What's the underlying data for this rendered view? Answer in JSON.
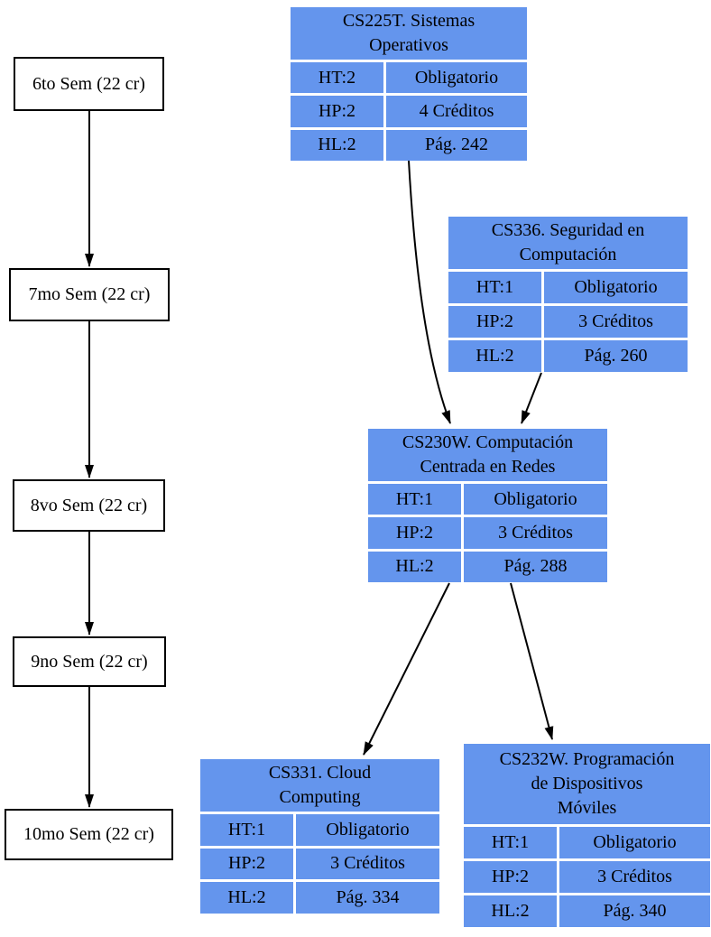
{
  "colors": {
    "course_fill": "#6495ed",
    "semester_fill": "#ffffff",
    "border": "#000000",
    "text": "#000000",
    "background": "#ffffff"
  },
  "semesters": [
    {
      "label": "6to Sem (22 cr)"
    },
    {
      "label": "7mo Sem (22 cr)"
    },
    {
      "label": "8vo Sem (22 cr)"
    },
    {
      "label": "9no Sem (22 cr)"
    },
    {
      "label": "10mo Sem (22 cr)"
    }
  ],
  "courses": [
    {
      "title": "CS225T. Sistemas Operativos",
      "title_lines": [
        "CS225T. Sistemas",
        "Operativos"
      ],
      "cells": [
        [
          "HT:2",
          "Obligatorio"
        ],
        [
          "HP:2",
          "4 Créditos"
        ],
        [
          "HL:2",
          "Pág. 242"
        ]
      ]
    },
    {
      "title": "CS336. Seguridad en Computación",
      "title_lines": [
        "CS336. Seguridad en",
        "Computación"
      ],
      "cells": [
        [
          "HT:1",
          "Obligatorio"
        ],
        [
          "HP:2",
          "3 Créditos"
        ],
        [
          "HL:2",
          "Pág. 260"
        ]
      ]
    },
    {
      "title": "CS230W. Computación Centrada en Redes",
      "title_lines": [
        "CS230W. Computación",
        "Centrada en Redes"
      ],
      "cells": [
        [
          "HT:1",
          "Obligatorio"
        ],
        [
          "HP:2",
          "3 Créditos"
        ],
        [
          "HL:2",
          "Pág. 288"
        ]
      ]
    },
    {
      "title": "CS331. Cloud Computing",
      "title_lines": [
        "CS331. Cloud",
        "Computing"
      ],
      "cells": [
        [
          "HT:1",
          "Obligatorio"
        ],
        [
          "HP:2",
          "3 Créditos"
        ],
        [
          "HL:2",
          "Pág. 334"
        ]
      ]
    },
    {
      "title": "CS232W. Programación de Dispositivos Móviles",
      "title_lines": [
        "CS232W. Programación",
        "de Dispositivos",
        "Móviles"
      ],
      "cells": [
        [
          "HT:1",
          "Obligatorio"
        ],
        [
          "HP:2",
          "3 Créditos"
        ],
        [
          "HL:2",
          "Pág. 340"
        ]
      ]
    }
  ],
  "edges": [
    {
      "from": "6to Sem (22 cr)",
      "to": "7mo Sem (22 cr)"
    },
    {
      "from": "7mo Sem (22 cr)",
      "to": "8vo Sem (22 cr)"
    },
    {
      "from": "8vo Sem (22 cr)",
      "to": "9no Sem (22 cr)"
    },
    {
      "from": "9no Sem (22 cr)",
      "to": "10mo Sem (22 cr)"
    },
    {
      "from": "CS225T",
      "to": "CS230W"
    },
    {
      "from": "CS336",
      "to": "CS230W"
    },
    {
      "from": "CS230W",
      "to": "CS331"
    },
    {
      "from": "CS230W",
      "to": "CS232W"
    }
  ]
}
